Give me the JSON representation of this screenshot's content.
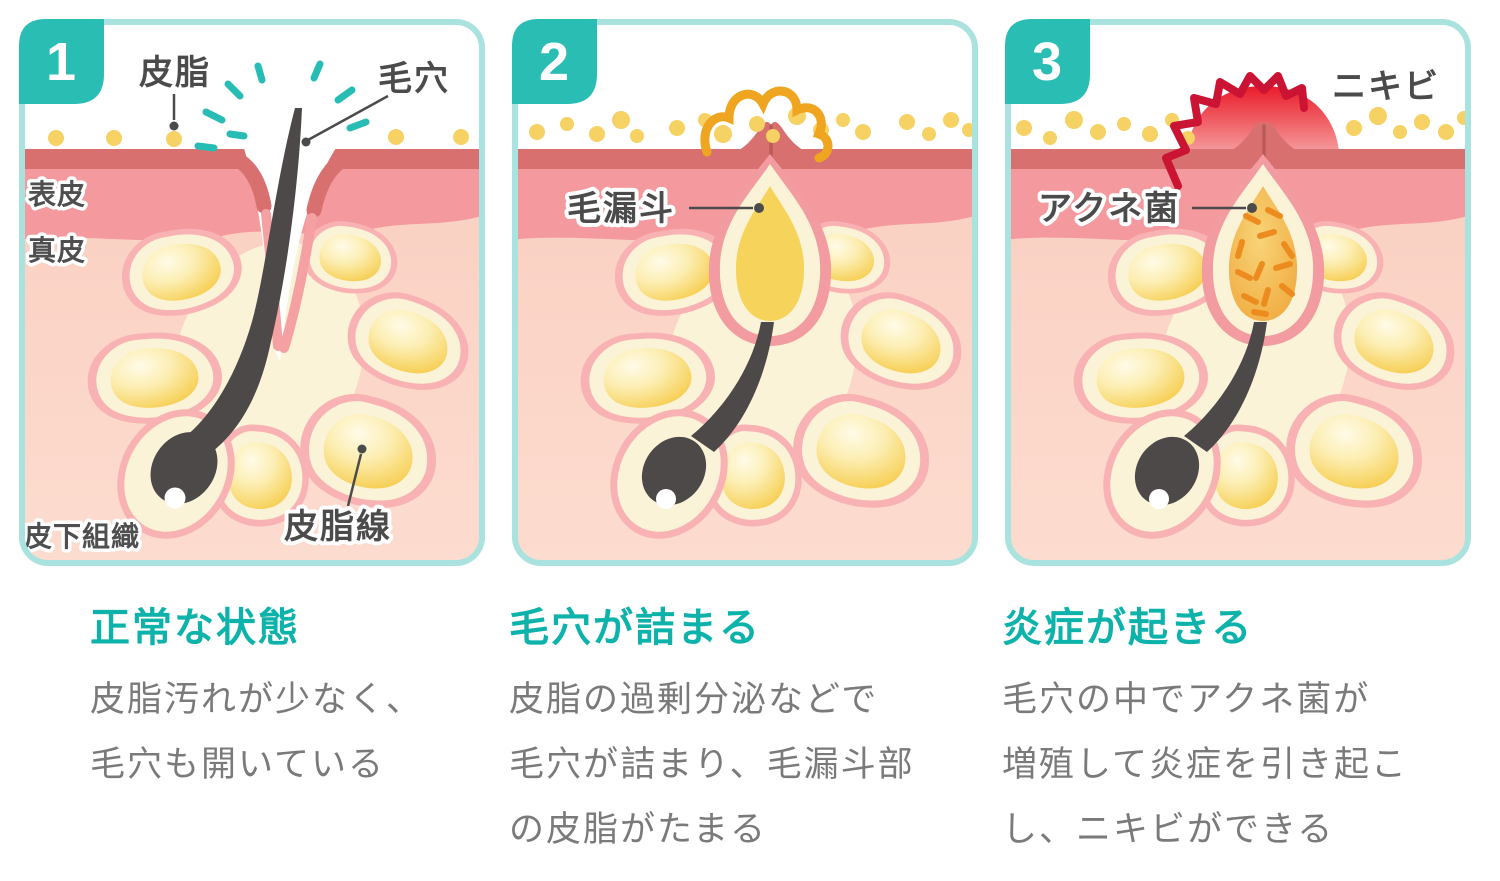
{
  "figure": {
    "subject": "acne-formation-stages-diagram"
  },
  "colors": {
    "accent_teal": "#2abdb3",
    "panel_border_teal": "#a9e2de",
    "title_teal": "#0db3aa",
    "body_gray": "#7a7a7a",
    "label_gray": "#4b4b4b",
    "skin_surface_rose": "#d7706e",
    "epidermis_pink": "#f49a9e",
    "dermis_peach": "#fbd6c9",
    "gland_yellow": "#f6cd4f",
    "gland_cream": "#fbf3d8",
    "gland_outline_pink": "#f8b2b4",
    "hair_dark": "#4d4948",
    "sebum_dot_yellow": "#f6d163",
    "sparkle_teal": "#28bdb4",
    "burst_orange": "#efa51f",
    "inflammation_red": "#cb1433",
    "bacteria_orange": "#ed8c1e"
  },
  "panels": [
    {
      "number": "1",
      "title": "正常な状態",
      "description": "皮脂汚れが少なく、\n毛穴も開いている",
      "labels": {
        "sebum": "皮脂",
        "pore": "毛穴",
        "epidermis": "表皮",
        "dermis": "真皮",
        "subcutaneous_tissue": "皮下組織",
        "sebaceous_gland": "皮脂線"
      }
    },
    {
      "number": "2",
      "title": "毛穴が詰まる",
      "description": "皮脂の過剰分泌などで\n毛穴が詰まり、毛漏斗部\nの皮脂がたまる",
      "labels": {
        "infundibulum": "毛漏斗"
      }
    },
    {
      "number": "3",
      "title": "炎症が起きる",
      "description": "毛穴の中でアクネ菌が\n増殖して炎症を引き起こ\nし、ニキビができる",
      "labels": {
        "acne_bacteria": "アクネ菌",
        "pimple": "ニキビ"
      }
    }
  ]
}
